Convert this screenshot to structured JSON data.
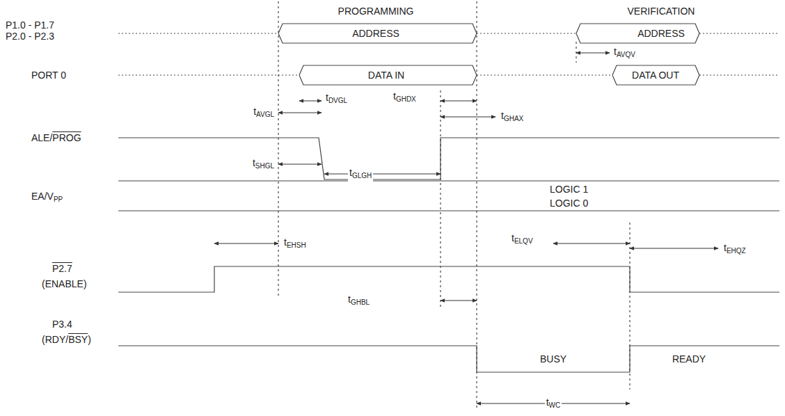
{
  "diagram": {
    "labels": [
      "P1.0 - P1.7",
      "P2.0 - P2.3",
      "PROGRAMMING",
      "ADDRESS",
      "VERIFICATION",
      "ADDRESS",
      "tAVQV",
      "PORT 0",
      "DATA IN",
      "DATA OUT",
      "tDVGL",
      "tGHDX",
      "tAVGL",
      "tGHAX",
      "ALE/PROG",
      "tSHGL",
      "tGLGH",
      "EA/VPP",
      "LOGIC 1",
      "LOGIC 0",
      "tEHSH",
      "tELQV",
      "tEHQZ",
      "P2.7",
      "(ENABLE)",
      "tGHBL",
      "P3.4",
      "(RDY/BSY)",
      "BUSY",
      "READY",
      "tWC"
    ]
  }
}
